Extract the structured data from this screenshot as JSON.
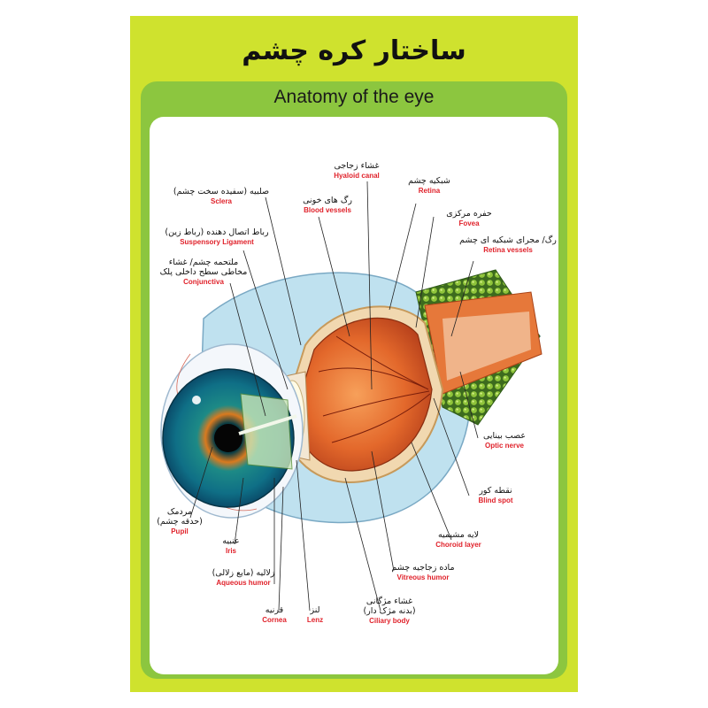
{
  "title_fa": "ساختار کره چشم",
  "title_en": "Anatomy of the eye",
  "labels": {
    "hyaloid": {
      "fa": "غشاء زجاجی",
      "en": "Hyaloid canal"
    },
    "retina": {
      "fa": "شبکیه چشم",
      "en": "Retina"
    },
    "sclera": {
      "fa": "صلبیه (سفیده سخت چشم)",
      "en": "Sclera"
    },
    "blood_vessels": {
      "fa": "رگ های خونی",
      "en": "Blood vessels"
    },
    "fovea": {
      "fa": "حفره مرکزی",
      "en": "Fovea"
    },
    "suspensory": {
      "fa": "رباط اتصال دهنده (رباط زین)",
      "en": "Suspensory Ligament"
    },
    "retina_vessels": {
      "fa": "رگ/ مجرای شبکیه ای چشم",
      "en": "Retina vessels"
    },
    "conjunctiva": {
      "fa1": "ملتحمه چشم/ غشاء",
      "fa2": "مخاطی سطح داخلی پلک",
      "en": "Conjunctiva"
    },
    "optic_nerve": {
      "fa": "عصب بینایی",
      "en": "Optic nerve"
    },
    "blind_spot": {
      "fa": "نقطه کور",
      "en": "Blind spot"
    },
    "pupil": {
      "fa1": "مردمک",
      "fa2": "(حدقه چشم)",
      "en": "Pupil"
    },
    "choroid": {
      "fa": "لایه مشیمیه",
      "en": "Choroid layer"
    },
    "iris": {
      "fa": "عنبیه",
      "en": "Iris"
    },
    "vitreous": {
      "fa": "ماده زجاجیه چشم",
      "en": "Vitreous humor"
    },
    "aqueous": {
      "fa": "زلالیه (مایع زلالی)",
      "en": "Aqueous humor"
    },
    "ciliary": {
      "fa1": "غشاء مژگانی",
      "fa2": "(بدنه مژک دار)",
      "en": "Ciliary body"
    },
    "cornea": {
      "fa": "قرنیه",
      "en": "Cornea"
    },
    "lens": {
      "fa": "لنز",
      "en": "Lenz"
    }
  },
  "colors": {
    "poster": "#cfe22e",
    "frame": "#8cc63f",
    "label_en": "#e0222b"
  }
}
